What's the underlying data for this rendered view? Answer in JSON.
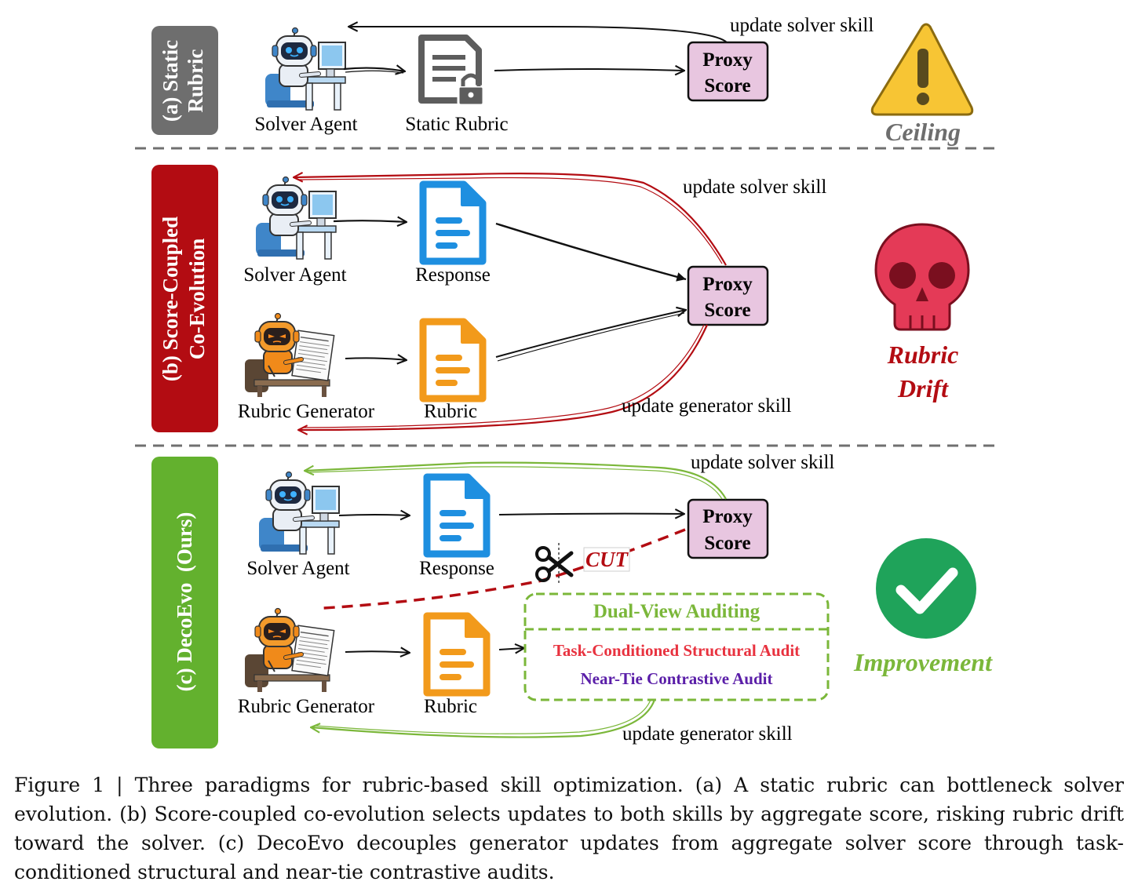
{
  "panels": {
    "a": {
      "side_label_line1": "(a) Static",
      "side_label_line2": "Rubric",
      "solver_label": "Solver Agent",
      "rubric_label": "Static Rubric",
      "proxy_line1": "Proxy",
      "proxy_line2": "Score",
      "update_solver": "update solver skill",
      "status_label": "Ceiling"
    },
    "b": {
      "side_label_line1": "(b) Score-Coupled",
      "side_label_line2": "Co-Evolution",
      "solver_label": "Solver Agent",
      "response_label": "Response",
      "generator_label": "Rubric Generator",
      "rubric_label": "Rubric",
      "proxy_line1": "Proxy",
      "proxy_line2": "Score",
      "update_solver": "update solver skill",
      "update_generator": "update generator skill",
      "status_line1": "Rubric",
      "status_line2": "Drift"
    },
    "c": {
      "side_label": "(c) DecoEvo  (Ours)",
      "solver_label": "Solver Agent",
      "response_label": "Response",
      "generator_label": "Rubric Generator",
      "rubric_label": "Rubric",
      "proxy_line1": "Proxy",
      "proxy_line2": "Score",
      "cut_label": "CUT",
      "audit_title": "Dual-View Auditing",
      "audit_item1": "Task-Conditioned Structural Audit",
      "audit_item2": "Near-Tie Contrastive Audit",
      "update_solver": "update solver skill",
      "update_generator": "update generator skill",
      "status_label": "Improvement"
    }
  },
  "caption": "Figure 1 | Three paradigms for rubric-based skill optimization. (a) A static rubric can bottleneck solver evolution. (b) Score-coupled co-evolution selects updates to both skills by aggregate score, risking rubric drift toward the solver. (c) DecoEvo decouples generator updates from aggregate solver score through task-conditioned structural and near-tie contrastive audits.",
  "icons": {
    "solver": "robot-at-computer-icon",
    "generator": "robot-with-checklist-icon",
    "static_rubric": "locked-document-icon",
    "response": "document-icon",
    "rubric": "document-icon",
    "warning": "warning-triangle-icon",
    "drift": "skull-icon",
    "improvement": "checkmark-circle-icon",
    "cut": "scissors-icon"
  },
  "colors": {
    "panel_a": "#6e6e6e",
    "panel_b": "#b30c12",
    "panel_c": "#63b12e",
    "proxy_fill": "#e8c6e0",
    "response_blue": "#1e8fe0",
    "rubric_orange": "#f29a1b",
    "drift_red": "#d61e3a",
    "audit_red": "#e8323f",
    "audit_purple": "#5a1ea8",
    "audit_green": "#7bb73a"
  }
}
